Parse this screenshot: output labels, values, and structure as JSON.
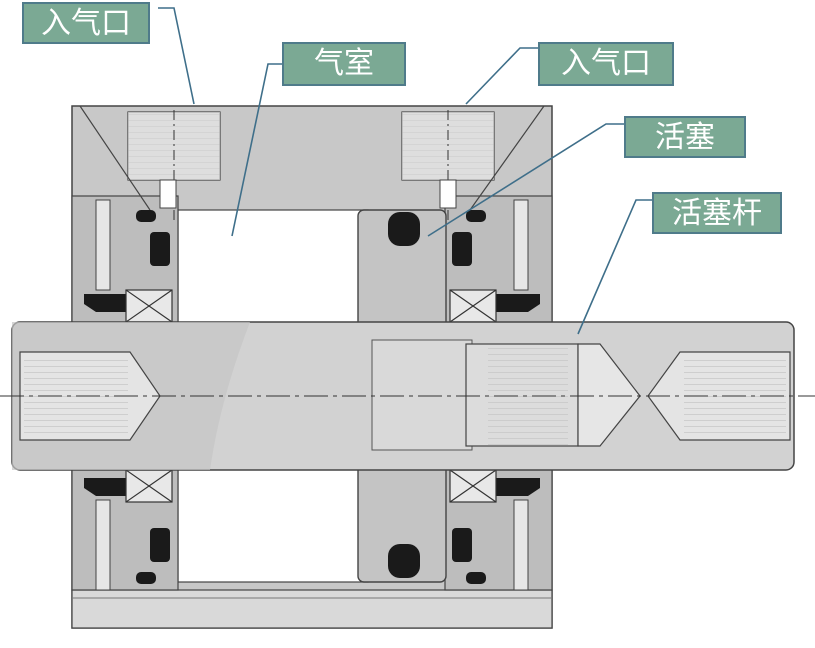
{
  "labels": {
    "inlet_left": "入气口",
    "air_chamber": "气室",
    "inlet_right": "入气口",
    "piston": "活塞",
    "piston_rod": "活塞杆"
  },
  "colors": {
    "body": "#c8c8c8",
    "body_dark": "#b4b4b4",
    "rod": "#d6d6d6",
    "chamber": "#ffffff",
    "seal": "#1a1a1a",
    "outline": "#444444",
    "label_fill": "#7ba994",
    "label_border": "#4f7b8a",
    "leader": "#3f6f8a"
  }
}
